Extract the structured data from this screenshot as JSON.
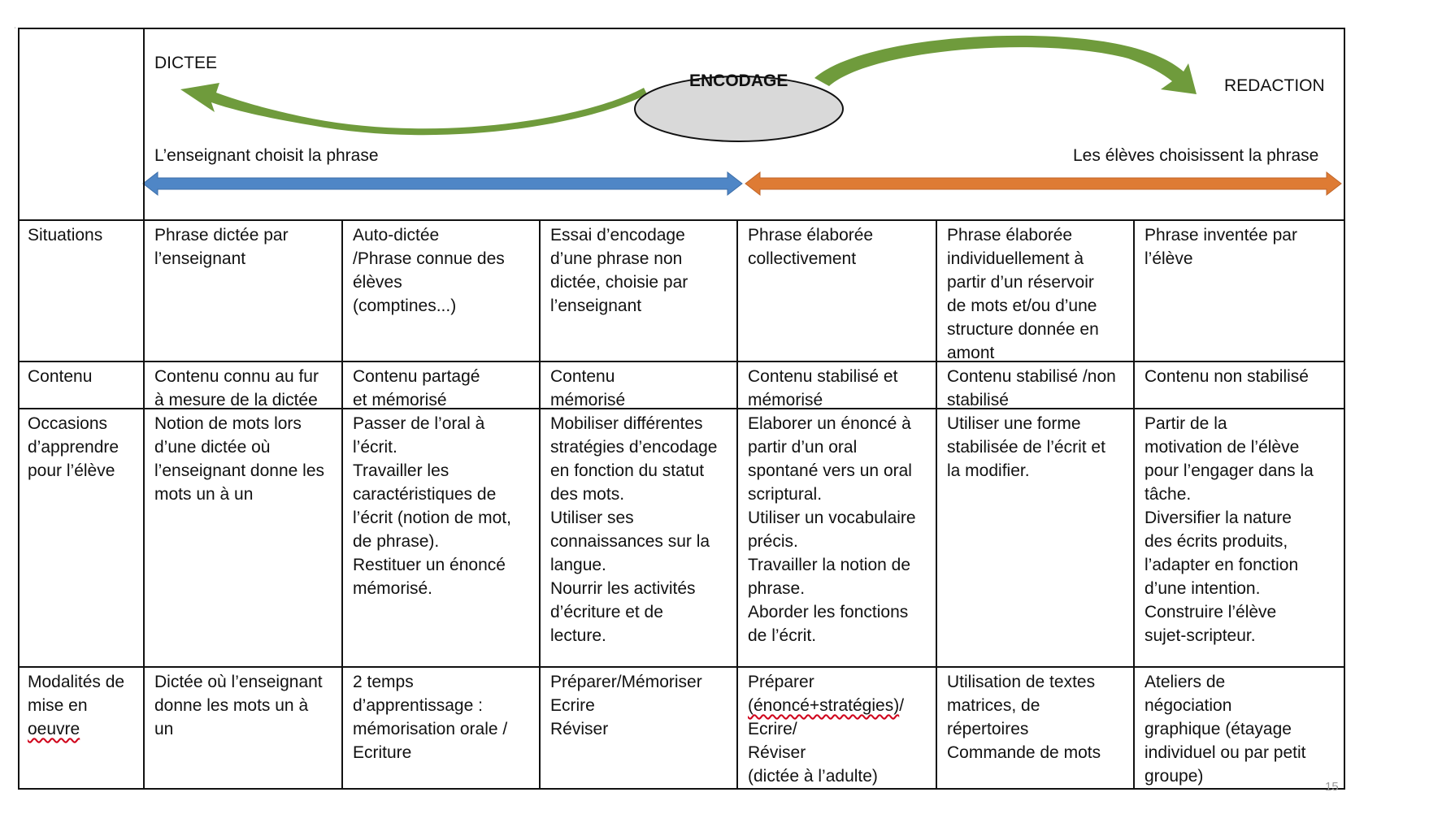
{
  "header": {
    "dictee_label": "DICTEE",
    "encodage_label": "ENCODAGE",
    "redaction_label": "REDACTION",
    "teacher_choice": "L’enseignant choisit la phrase",
    "student_choice": "Les élèves choisissent la phrase",
    "colors": {
      "curve_arrow": "#6f9b3c",
      "left_arrow": "#4f86c6",
      "right_arrow": "#de7b34",
      "ellipse_fill": "#d9d9d9"
    }
  },
  "rows": [
    {
      "label": "Situations",
      "cells": [
        "Phrase dictée par\nl’enseignant",
        "Auto-dictée\n/Phrase connue des\nélèves\n(comptines...)",
        "Essai d’encodage\nd’une phrase non\ndictée, choisie par\nl’enseignant",
        "Phrase élaborée\ncollectivement",
        "Phrase élaborée\nindividuellement à\npartir d’un réservoir\nde mots et/ou d’une\nstructure donnée en\namont",
        "Phrase inventée par\nl’élève"
      ]
    },
    {
      "label": "Contenu",
      "cells": [
        "Contenu connu au fur\nà mesure de la dictée",
        "Contenu partagé\net mémorisé",
        "Contenu\nmémorisé",
        "Contenu stabilisé et\nmémorisé",
        "Contenu stabilisé /non\nstabilisé",
        "Contenu non stabilisé"
      ]
    },
    {
      "label": "Occasions\nd’apprendre\npour l’élève",
      "cells": [
        "Notion de mots lors\nd’une dictée où\nl’enseignant donne les\nmots un à un",
        "Passer de l’oral à\nl’écrit.\nTravailler les\ncaractéristiques de\nl’écrit (notion de mot,\nde phrase).\nRestituer un énoncé\nmémorisé.",
        "Mobiliser différentes\nstratégies d’encodage\nen fonction du statut\ndes mots.\nUtiliser ses\nconnaissances sur la\nlangue.\nNourrir les activités\nd’écriture et de\nlecture.",
        "Elaborer un énoncé à\npartir d’un oral\nspontané vers un oral\nscriptural.\nUtiliser un vocabulaire\nprécis.\nTravailler la notion de\nphrase.\nAborder les fonctions\nde l’écrit.",
        "Utiliser une forme\nstabilisée de l’écrit et\nla modifier.",
        "Partir de la\nmotivation de l’élève\npour l’engager dans la\ntâche.\nDiversifier la nature\ndes écrits produits,\nl’adapter en fonction\nd’une intention.\nConstruire l’élève\nsujet-scripteur."
      ]
    },
    {
      "label_main": "Modalités de\nmise en\n",
      "label_underlined": "oeuvre",
      "cells": [
        "Dictée où l’enseignant\ndonne les mots un à\nun",
        "2 temps\nd’apprentissage :\nmémorisation orale /\nEcriture",
        "Préparer/Mémoriser\nEcrire\nRéviser",
        "",
        "Utilisation de textes\nmatrices, de\nrépertoires\nCommande de mots",
        "Ateliers de\nnégociation\ngraphique (étayage\nindividuel ou par petit\ngroupe)"
      ]
    }
  ],
  "modalites_col4": {
    "line1": "Préparer",
    "line2_underlined": "(énoncé+stratégies)",
    "line2_tail": "/",
    "rest": "Ecrire/\nRéviser\n(dictée à l’adulte)"
  },
  "page_number": "15",
  "corner_mark": "ˌ"
}
